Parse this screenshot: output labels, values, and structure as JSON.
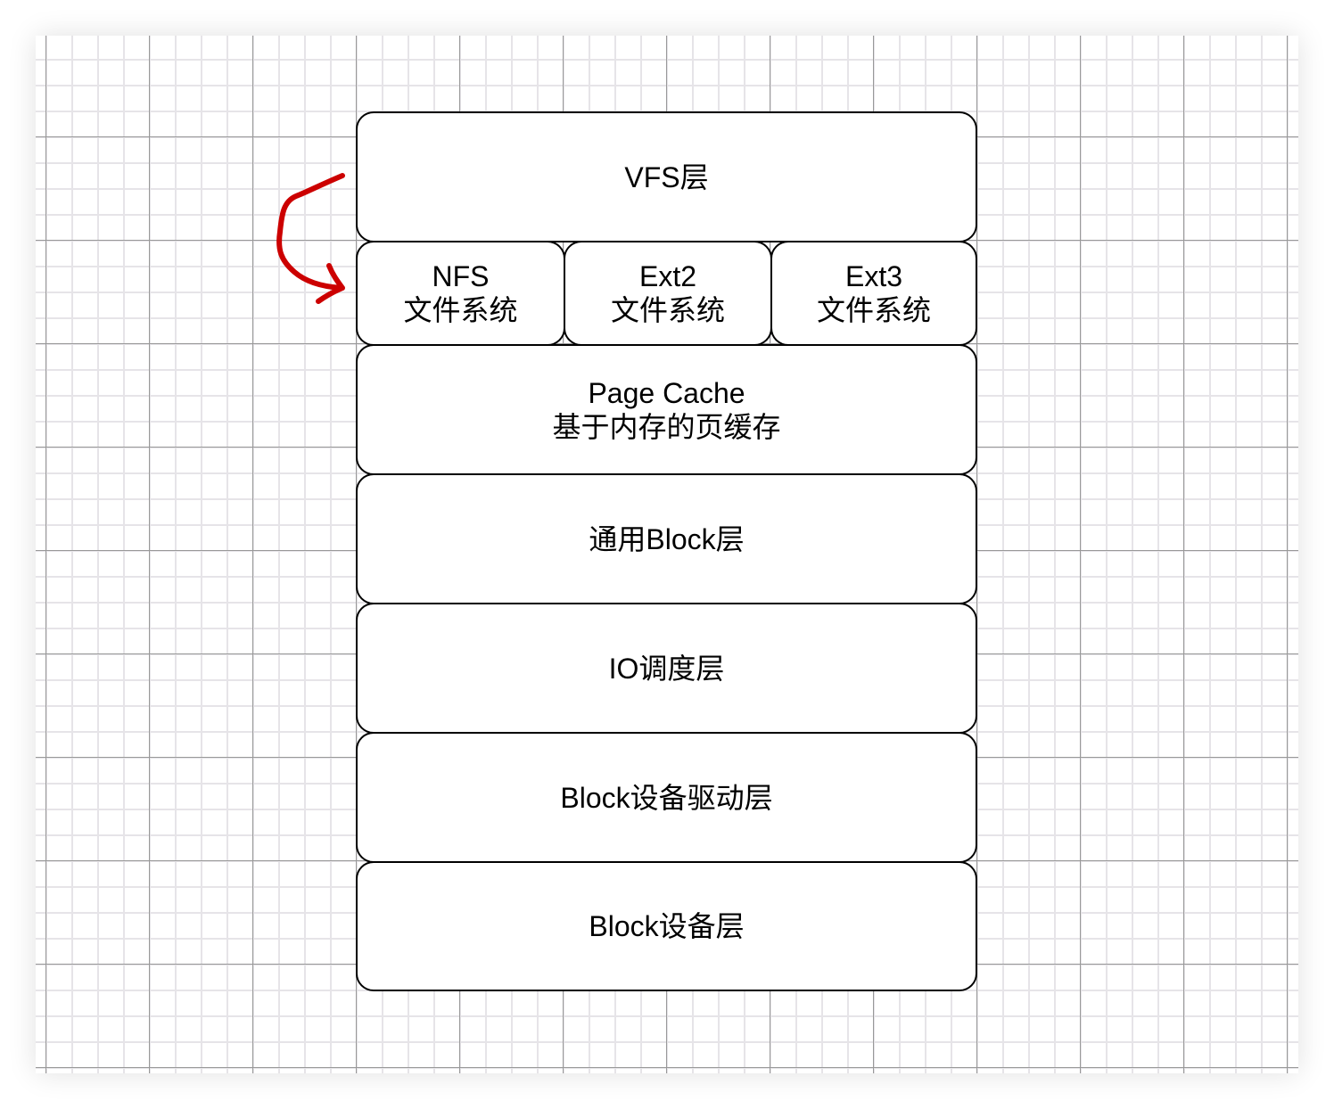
{
  "layers": [
    {
      "id": "vfs",
      "lines": [
        "VFS层"
      ]
    },
    {
      "id": "nfs",
      "lines": [
        "NFS",
        "文件系统"
      ]
    },
    {
      "id": "ext2",
      "lines": [
        "Ext2",
        "文件系统"
      ]
    },
    {
      "id": "ext3",
      "lines": [
        "Ext3",
        "文件系统"
      ]
    },
    {
      "id": "page-cache",
      "lines": [
        "Page Cache",
        "基于内存的页缓存"
      ]
    },
    {
      "id": "block",
      "lines": [
        "通用Block层"
      ]
    },
    {
      "id": "io",
      "lines": [
        "IO调度层"
      ]
    },
    {
      "id": "driver",
      "lines": [
        "Block设备驱动层"
      ]
    },
    {
      "id": "device",
      "lines": [
        "Block设备层"
      ]
    }
  ],
  "annotation": {
    "arrow_color": "#cc0000"
  }
}
